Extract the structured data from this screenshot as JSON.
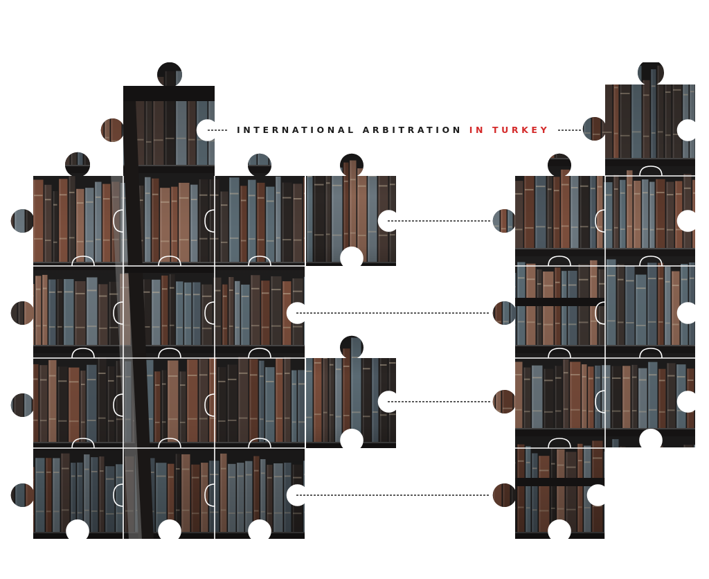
{
  "title": {
    "main": "INTERNATIONAL ARBITRATION",
    "accent": "IN TURKEY"
  },
  "colors": {
    "background": "#ffffff",
    "title_text": "#1c1c1c",
    "title_accent": "#d42a2a",
    "dash_line": "#222222",
    "book_dark": "#1e1d1d",
    "book_brown": "#6e4433",
    "book_blue": "#56626c",
    "seam": "#ffffff"
  },
  "illustration": {
    "subject": "jigsaw-puzzle-pieces-of-library-bookshelves",
    "left_cluster": "bookshelf-puzzle-left",
    "right_cluster": "bookshelf-puzzle-right"
  }
}
